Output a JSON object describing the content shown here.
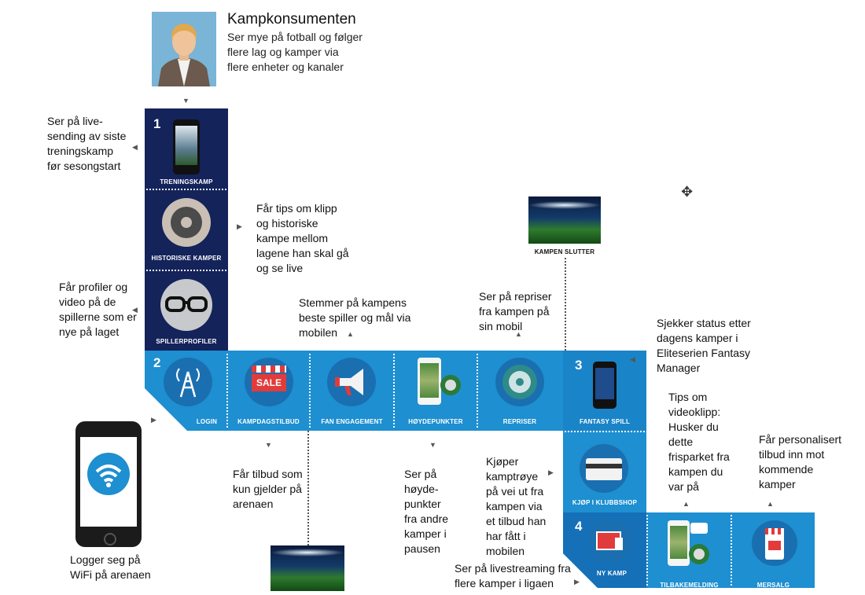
{
  "persona": {
    "title": "Kampkonsumenten",
    "description": "Ser mye på fotball og følger\nflere lag og kamper via\nflere enheter og kanaler"
  },
  "steps": {
    "s1": "1",
    "s2": "2",
    "s3": "3",
    "s4": "4"
  },
  "tiles": {
    "treningskamp": "TRENINGSKAMP",
    "historiske": "HISTORISKE KAMPER",
    "spillerprofiler": "SPILLERPROFILER",
    "login": "LOGIN",
    "kampdagstilbud": "KAMPDAGSTILBUD",
    "fan": "FAN ENGAGEMENT",
    "hoydepunkter": "HØYDEPUNKTER",
    "repriser": "REPRISER",
    "fantasy": "FANTASY SPILL",
    "klubbshop": "KJØP I KLUBBSHOP",
    "nykamp": "NY KAMP",
    "tilbakemelding": "TILBAKEMELDING",
    "mersalg": "MERSALG",
    "kampen_slutter": "KAMPEN SLUTTER",
    "sale_sign": "SALE"
  },
  "notes": {
    "n1": "Ser på live-\nsending av siste\ntreningskamp\nfør sesongstart",
    "n2": "Får tips om klipp\nog historiske\nkampe mellom\nlagene han skal gå\nog se live",
    "n3": "Får profiler og\nvideo på de\nspillerne som er\nnye på laget",
    "n4": "Stemmer på kampens\nbeste spiller og mål via\nmobilen",
    "n5": "Ser på repriser\nfra kampen på\nsin mobil",
    "n6": "Sjekker status etter\ndagens kamper i\nEliteserien Fantasy\nManager",
    "n7": "Tips om\nvideoklipp:\nHusker du\ndette\nfrisparket fra\nkampen du\nvar på",
    "n8": "Får personalisert\ntilbud inn mot\nkommende\nkamper",
    "n9": "Får tilbud som\nkun gjelder på\narenaen",
    "n10": "Ser på\nhøyde-\npunkter\nfra andre\nkamper i\npausen",
    "n11": "Kjøper\nkamptrøye\npå vei ut fra\nkampen via\net tilbud han\nhar fått i\nmobilen",
    "n12": "Ser på livestreaming fra\nflere kamper i ligaen",
    "n13": "Logger seg på\nWiFi på arenaen"
  },
  "colors": {
    "navy": "#14235a",
    "blue": "#1e8fd0",
    "darkblue": "#1160a8",
    "circle": "#1a6fb0"
  }
}
